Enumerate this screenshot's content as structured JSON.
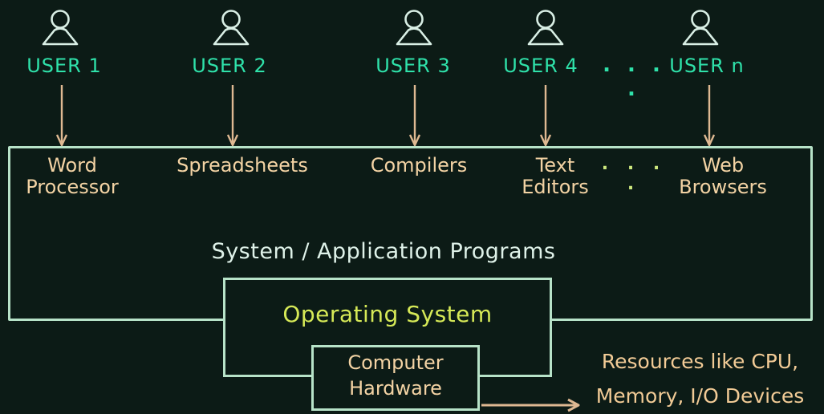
{
  "background": "#0c1b16",
  "colors": {
    "user_label": "#2fe2aa",
    "user_icon": "#d9efe5",
    "arrow": "#dfb992",
    "program_label": "#f3d3a4",
    "caption": "#dff2e9",
    "os_label": "#d6e957",
    "hardware_label": "#f3d3a4",
    "resources_label": "#f2cb96",
    "box_border": "#b7e3c8",
    "program_dots": "#cde87e"
  },
  "users": {
    "labels": [
      "USER 1",
      "USER 2",
      "USER 3",
      "USER 4",
      "USER n"
    ],
    "dots": ". . . ."
  },
  "programs": {
    "labels": [
      "Word\nProcessor",
      "Spreadsheets",
      "Compilers",
      "Text\nEditors",
      "Web\nBrowsers"
    ],
    "dots": ". . . .",
    "caption": "System / Application Programs"
  },
  "os": {
    "label": "Operating System"
  },
  "hardware": {
    "label": "Computer\nHardware"
  },
  "resources": {
    "label": "Resources like CPU,\nMemory, I/O Devices"
  }
}
